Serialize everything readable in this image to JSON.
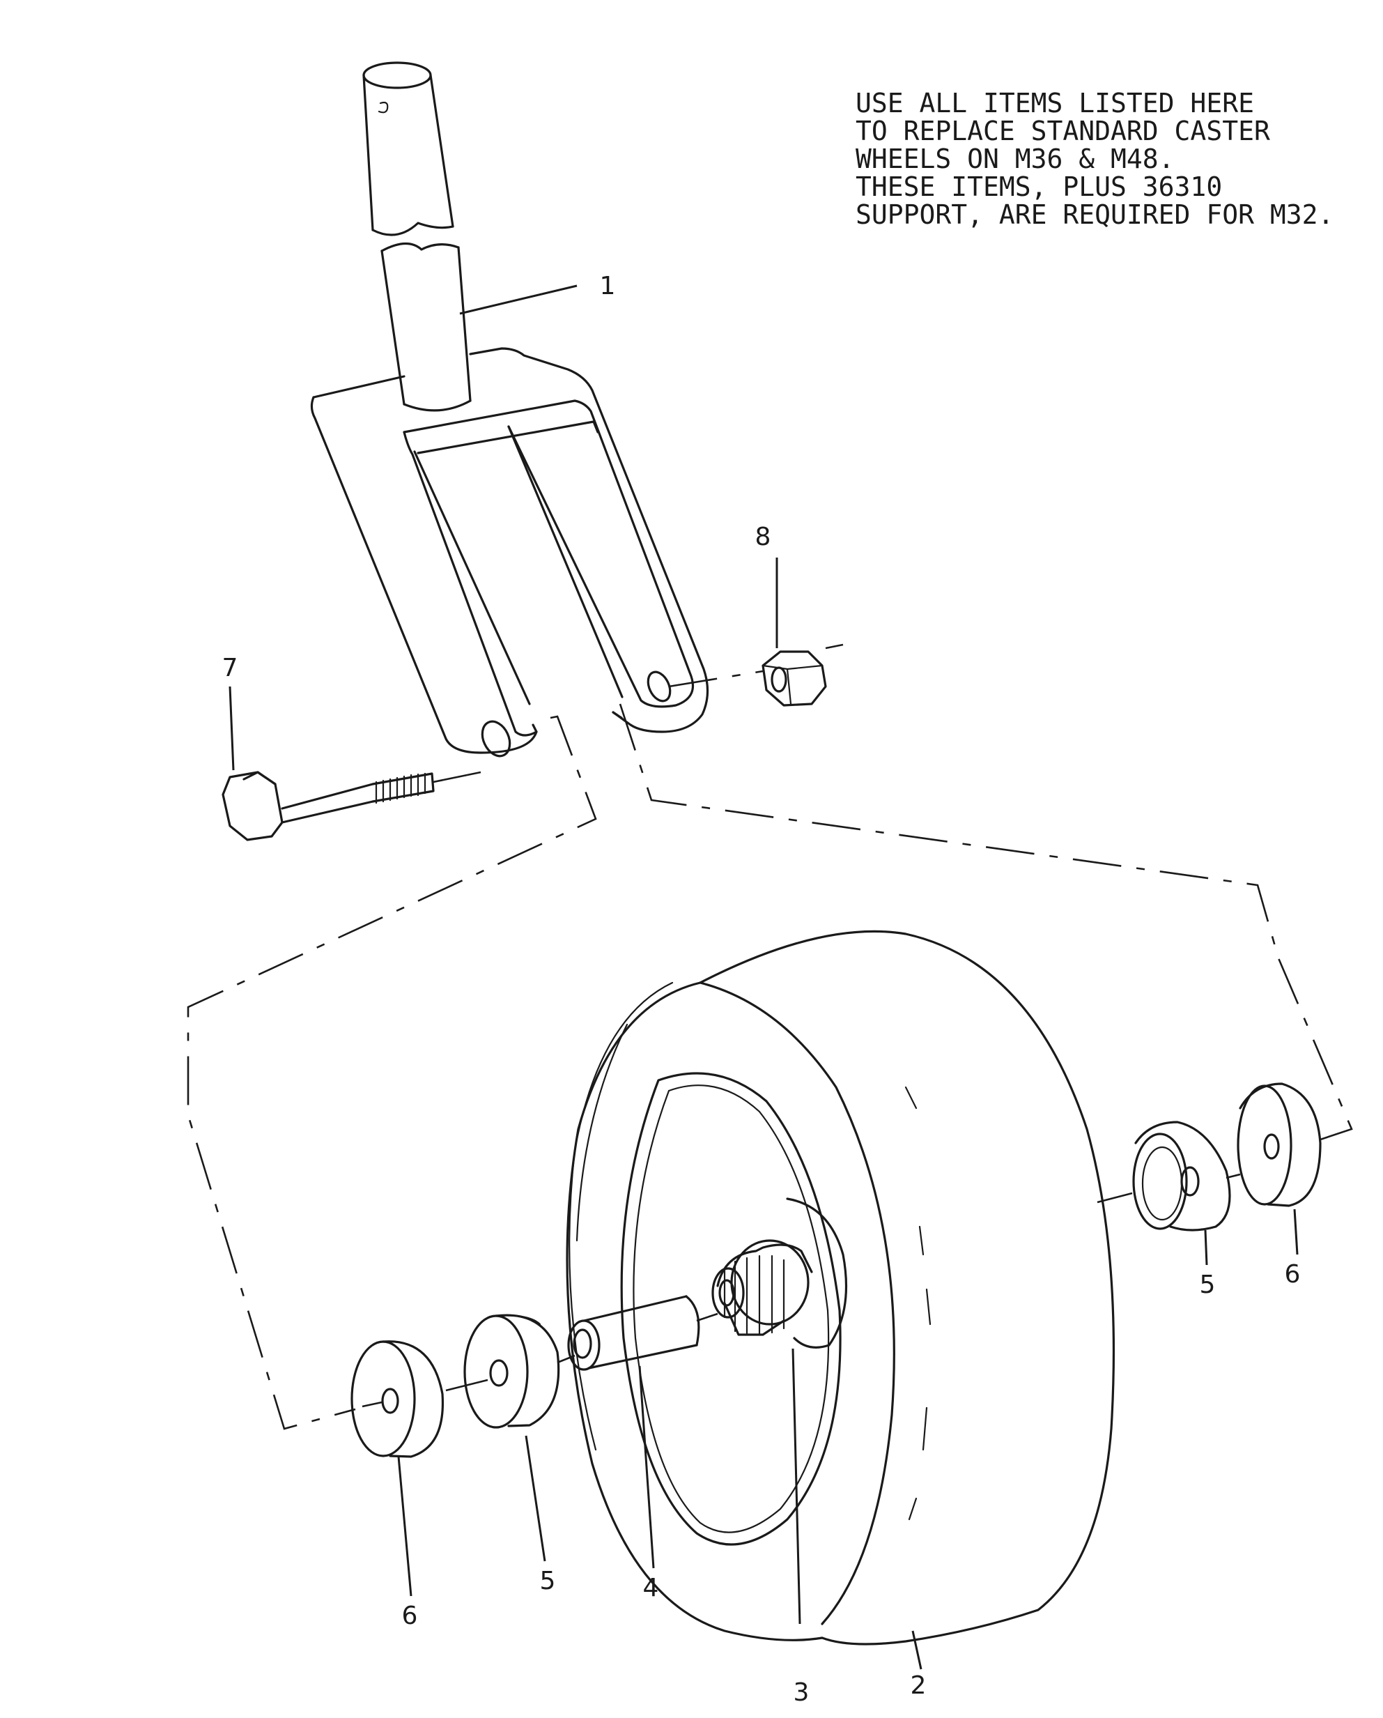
{
  "note": {
    "lines": [
      "USE ALL ITEMS LISTED HERE",
      "TO REPLACE STANDARD CASTER",
      "WHEELS ON M36 & M48.",
      "THESE ITEMS, PLUS 36310",
      "SUPPORT, ARE REQUIRED FOR M32."
    ]
  },
  "callouts": {
    "c1": "1",
    "c2": "2",
    "c3": "3",
    "c4": "4",
    "c5a": "5",
    "c5b": "5",
    "c6a": "6",
    "c6b": "6",
    "c7": "7",
    "c8": "8"
  }
}
